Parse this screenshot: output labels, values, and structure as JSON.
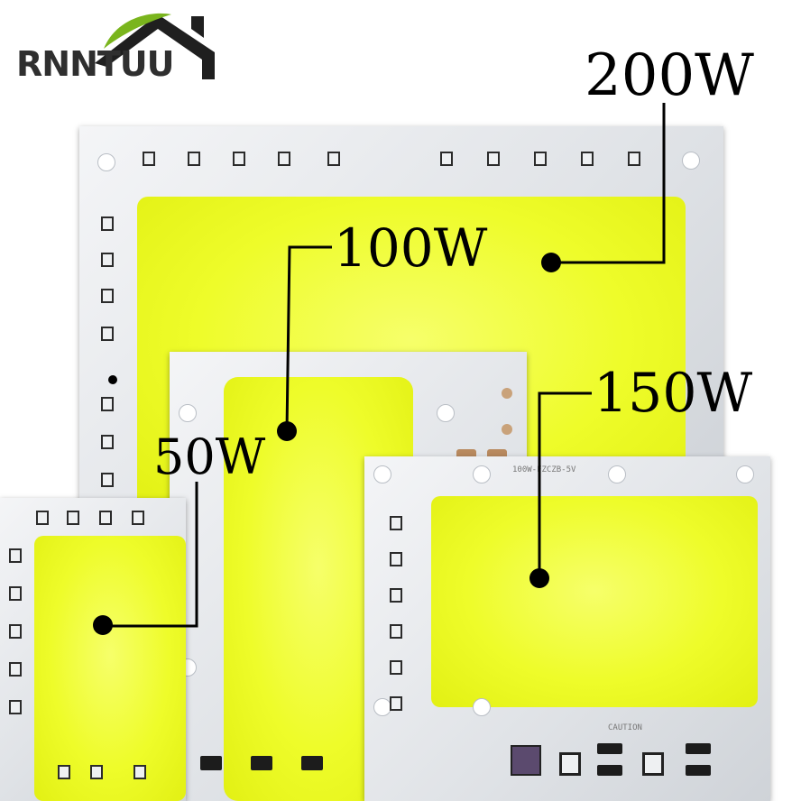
{
  "brand": {
    "name": "RNNTUU",
    "colors": {
      "roof": "#1f1f1f",
      "leaf": "#7ab51d",
      "text": "#2f2f2f"
    }
  },
  "products": [
    {
      "id": "200w",
      "label": "200W"
    },
    {
      "id": "100w",
      "label": "100W"
    },
    {
      "id": "150w",
      "label": "150W"
    },
    {
      "id": "50w",
      "label": "50W"
    }
  ],
  "silkscreen": {
    "board_150w_code": "100W-FZCZB-5V",
    "caution": "CAUTION"
  },
  "colors": {
    "led_yellow": "#eefc2a",
    "board_aluminum": "#dfe2e6",
    "leader_line": "#000000"
  }
}
